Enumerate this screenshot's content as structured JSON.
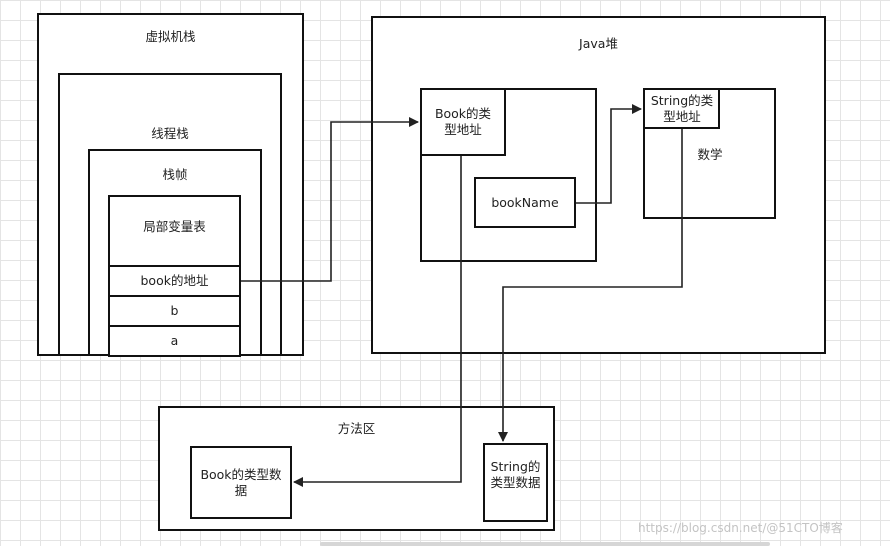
{
  "jvm_stack": {
    "title": "虚拟机栈",
    "thread_stack": "线程栈",
    "frame": "栈帧",
    "local_var_table": "局部变量表",
    "slots": [
      "book的地址",
      "b",
      "a"
    ]
  },
  "heap": {
    "title": "Java堆",
    "book_type_addr": "Book的类型地址",
    "book_name": "bookName",
    "string_type_addr": "String的类型地址",
    "data": "数学"
  },
  "method_area": {
    "title": "方法区",
    "book_type_data": "Book的类型数据",
    "string_type_data": "String的类型数据"
  },
  "watermark": "https://blog.csdn.net/@51CTO博客"
}
